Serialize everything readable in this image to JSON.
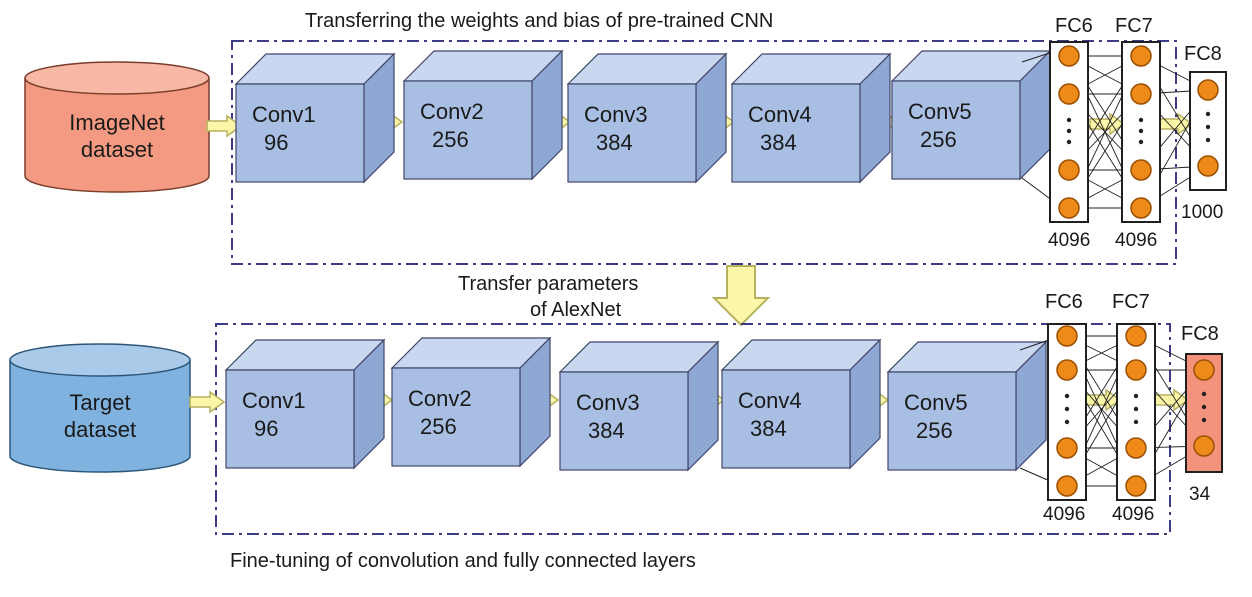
{
  "colors": {
    "cube_front": "#a8bfe3",
    "cube_top": "#c9d8f0",
    "cube_side": "#8ea8d3",
    "cube_edge": "#40456a",
    "node": "#ee8a1a",
    "node_edge": "#9a4f00",
    "arrow_fill": "#fbf6a8",
    "arrow_edge": "#b7b060",
    "dash_border": "#3d3a86",
    "imagenet_fill": "#f59a82",
    "target_fill": "#7fb2de",
    "fc8_target_fill": "#f4937d",
    "line": "#202020"
  },
  "top": {
    "caption": "Transferring the weights and bias of pre-trained CNN",
    "dataset": {
      "line1": "ImageNet",
      "line2": "dataset"
    },
    "layers": [
      {
        "name": "Conv1",
        "num": "96"
      },
      {
        "name": "Conv2",
        "num": "256"
      },
      {
        "name": "Conv3",
        "num": "384"
      },
      {
        "name": "Conv4",
        "num": "384"
      },
      {
        "name": "Conv5",
        "num": "256"
      }
    ],
    "fc6": {
      "label": "FC6",
      "count": "4096"
    },
    "fc7": {
      "label": "FC7",
      "count": "4096"
    },
    "fc8": {
      "label": "FC8",
      "count": "1000"
    }
  },
  "transfer": {
    "line1": "Transfer parameters",
    "line2": "of AlexNet"
  },
  "bottom": {
    "caption": "Fine-tuning of convolution  and fully connected layers",
    "dataset": {
      "line1": "Target",
      "line2": "dataset"
    },
    "layers": [
      {
        "name": "Conv1",
        "num": "96"
      },
      {
        "name": "Conv2",
        "num": "256"
      },
      {
        "name": "Conv3",
        "num": "384"
      },
      {
        "name": "Conv4",
        "num": "384"
      },
      {
        "name": "Conv5",
        "num": "256"
      }
    ],
    "fc6": {
      "label": "FC6",
      "count": "4096"
    },
    "fc7": {
      "label": "FC7",
      "count": "4096"
    },
    "fc8": {
      "label": "FC8",
      "count": "34"
    }
  }
}
